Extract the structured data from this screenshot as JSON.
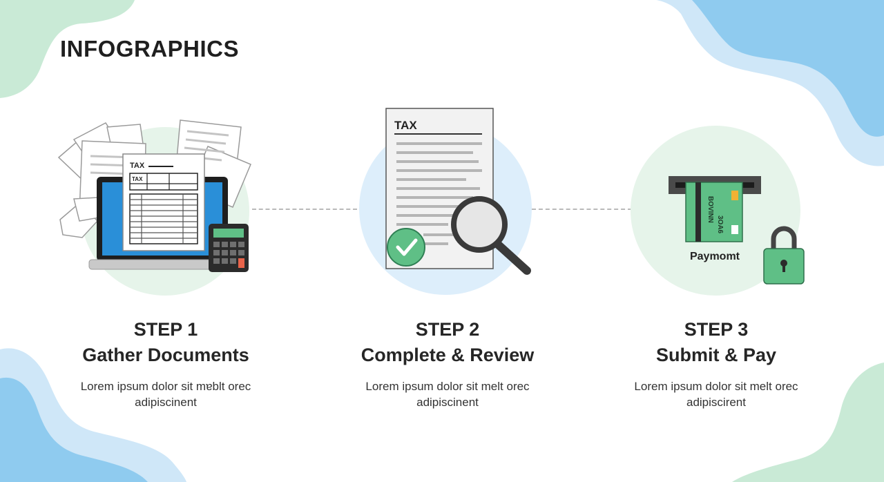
{
  "title": "INFOGRAPHICS",
  "colors": {
    "green_blob": "#c9ead6",
    "blue_blob": "#8fcbef",
    "light_blue_blob": "#cfe7f8",
    "green_circle": "#e6f4ea",
    "blue_circle": "#ddeefb",
    "accent_green": "#5fbf86",
    "laptop_blue": "#2a8fd8",
    "connector": "#b9b9b9"
  },
  "steps": [
    {
      "step_label": "STEP 1",
      "title": "Gather Documents",
      "desc_line1": "Lorem ipsum dolor sit mɐblt orec",
      "desc_line2": "adipiscinent",
      "illustration": {
        "icons": [
          "paper-pile-icon",
          "laptop-icon",
          "tax-form-icon",
          "calculator-icon"
        ],
        "form_title": "TAX",
        "form_subtitle": "TAX"
      }
    },
    {
      "step_label": "STEP 2",
      "title": "Complete & Review",
      "desc_line1": "Lorem ipsum dolor sit melt orec",
      "desc_line2": "adipiscinent",
      "illustration": {
        "icons": [
          "tax-document-icon",
          "checkmark-icon",
          "magnifier-icon"
        ],
        "doc_title": "TAX"
      }
    },
    {
      "step_label": "STEP 3",
      "title": "Submit & Pay",
      "desc_line1": "Lorem ipsum dolor sit melt orec",
      "desc_line2": "adipiscirent",
      "illustration": {
        "icons": [
          "card-slot-icon",
          "credit-card-icon",
          "padlock-icon"
        ],
        "card_text_1": "BOVINN",
        "card_text_2": "3OA6",
        "payment_label": "Paymomt"
      }
    }
  ]
}
